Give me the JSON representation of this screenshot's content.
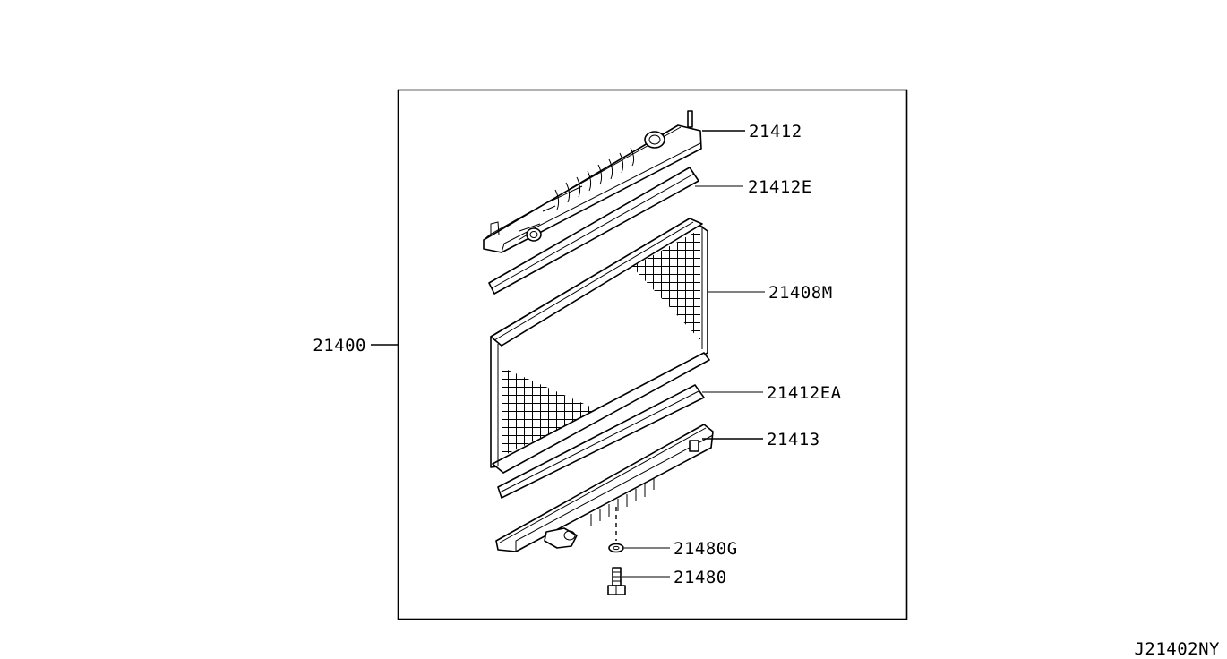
{
  "diagram_code": "J21402NY",
  "callouts": {
    "assembly": "21400",
    "upper_tank": "21412",
    "upper_seal": "21412E",
    "core": "21408M",
    "lower_seal": "21412EA",
    "lower_tank": "21413",
    "washer": "21480G",
    "drain_plug": "21480"
  }
}
